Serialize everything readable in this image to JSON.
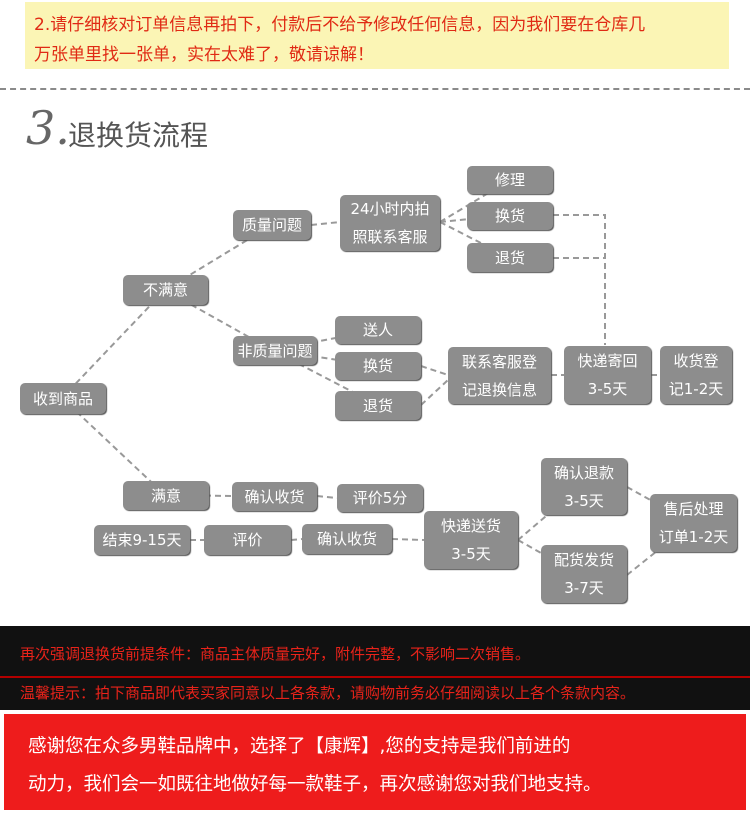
{
  "notice": {
    "line1": "2.请仔细核对订单信息再拍下，付款后不给予修改任何信息，因为我们要在仓库几",
    "line2": "万张单里找一张单，实在太难了，敬请谅解！"
  },
  "section": {
    "number": "3.",
    "title": "退换货流程"
  },
  "flow": {
    "receive": "收到商品",
    "unsatisfied": "不满意",
    "quality_issue": "质量问题",
    "non_quality_issue": "非质量问题",
    "photo_contact_1": "24小时内拍",
    "photo_contact_2": "照联系客服",
    "repair": "修理",
    "exchange_a": "换货",
    "refund_a": "退货",
    "gift": "送人",
    "exchange_b": "换货",
    "refund_b": "退货",
    "register_1": "联系客服登",
    "register_2": "记退换信息",
    "express_back_1": "快递寄回",
    "express_back_2": "3-5天",
    "receipt_reg_1": "收货登",
    "receipt_reg_2": "记1-2天",
    "satisfied": "满意",
    "confirm_receipt_a": "确认收货",
    "rate_5": "评价5分",
    "finish": "结束9-15天",
    "rate": "评价",
    "confirm_receipt_b": "确认收货",
    "express_send_1": "快递送货",
    "express_send_2": "3-5天",
    "confirm_refund_1": "确认退款",
    "confirm_refund_2": "3-5天",
    "ship_1": "配货发货",
    "ship_2": "3-7天",
    "aftersale_1": "售后处理",
    "aftersale_2": "订单1-2天"
  },
  "bands": {
    "condition": "再次强调退换货前提条件：商品主体质量完好，附件完整，不影响二次销售。",
    "tip": "温馨提示：拍下商品即代表买家同意以上各条款，请购物前务必仔细阅读以上各个条款内容。",
    "thanks_1": "感谢您在众多男鞋品牌中，选择了【康辉】,您的支持是我们前进的",
    "thanks_2": "动力，我们会一如既往地做好每一款鞋子，再次感谢您对我们地支持。"
  },
  "colors": {
    "notice_bg": "#fbf5b5",
    "notice_text": "#e02a14",
    "node_bg": "#8d8d8d",
    "band_dark": "#111111",
    "band_red_text": "#e8231a",
    "thanks_bg": "#ee1c1c"
  }
}
